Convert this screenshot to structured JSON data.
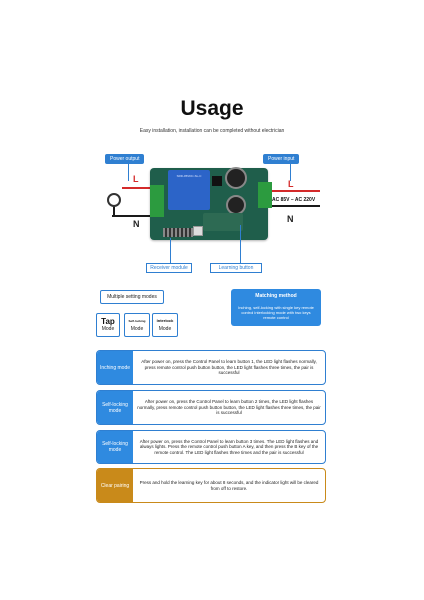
{
  "title": "Usage",
  "subtitle": "Easy installation, installation can be completed without electrician",
  "diagram": {
    "power_output": "Power output",
    "power_input": "Power input",
    "line_l_left": "L",
    "line_n_left": "N",
    "line_l_right": "L",
    "line_n_right": "N",
    "ac_range": "AC 85V – AC 220V",
    "relay_text": "SRD-05VDC-SL-C",
    "receiver": "Receiver module",
    "learning": "Learning button"
  },
  "multiple_modes": "Multiple setting modes",
  "matching": {
    "title": "Matching method",
    "desc": "Inching, self-locking with single key remote control interlocking mode with two keys remote control"
  },
  "modes": [
    {
      "name": "Tap",
      "sub": "Mode"
    },
    {
      "name": "Self-locking",
      "sub": "Mode"
    },
    {
      "name": "Interlock",
      "sub": "Mode"
    }
  ],
  "rows": [
    {
      "tag": "Inching mode",
      "text": "After power on, press the Control Panel to learn button 1, the LED light flashes normally, press remote control push button button, the LED light flashes three times, the pair is successful"
    },
    {
      "tag": "Self-locking mode",
      "text": "After power on, press the Control Panel to learn button 2 times, the LED light flashes normally, press remote control push button button, the LED light flashes three times, the pair is successful"
    },
    {
      "tag": "Self-locking mode",
      "text": "After power on, press the Control Panel to learn button 3 times. The LED light flashes and always lights. Press the remote control push button A key, and then press the B key of the remote control. The LED light flashes three times and the pair is successful"
    },
    {
      "tag": "Clear pairing",
      "text": "Press and hold the learning key for about 8 seconds, and the indicator light will be cleared from off to restore."
    }
  ],
  "colors": {
    "accent": "#2f8ae0",
    "clear": "#c98a1a",
    "line_l": "#d42a2a",
    "line_n": "#1a1a1a",
    "board": "#1f5e4b"
  }
}
